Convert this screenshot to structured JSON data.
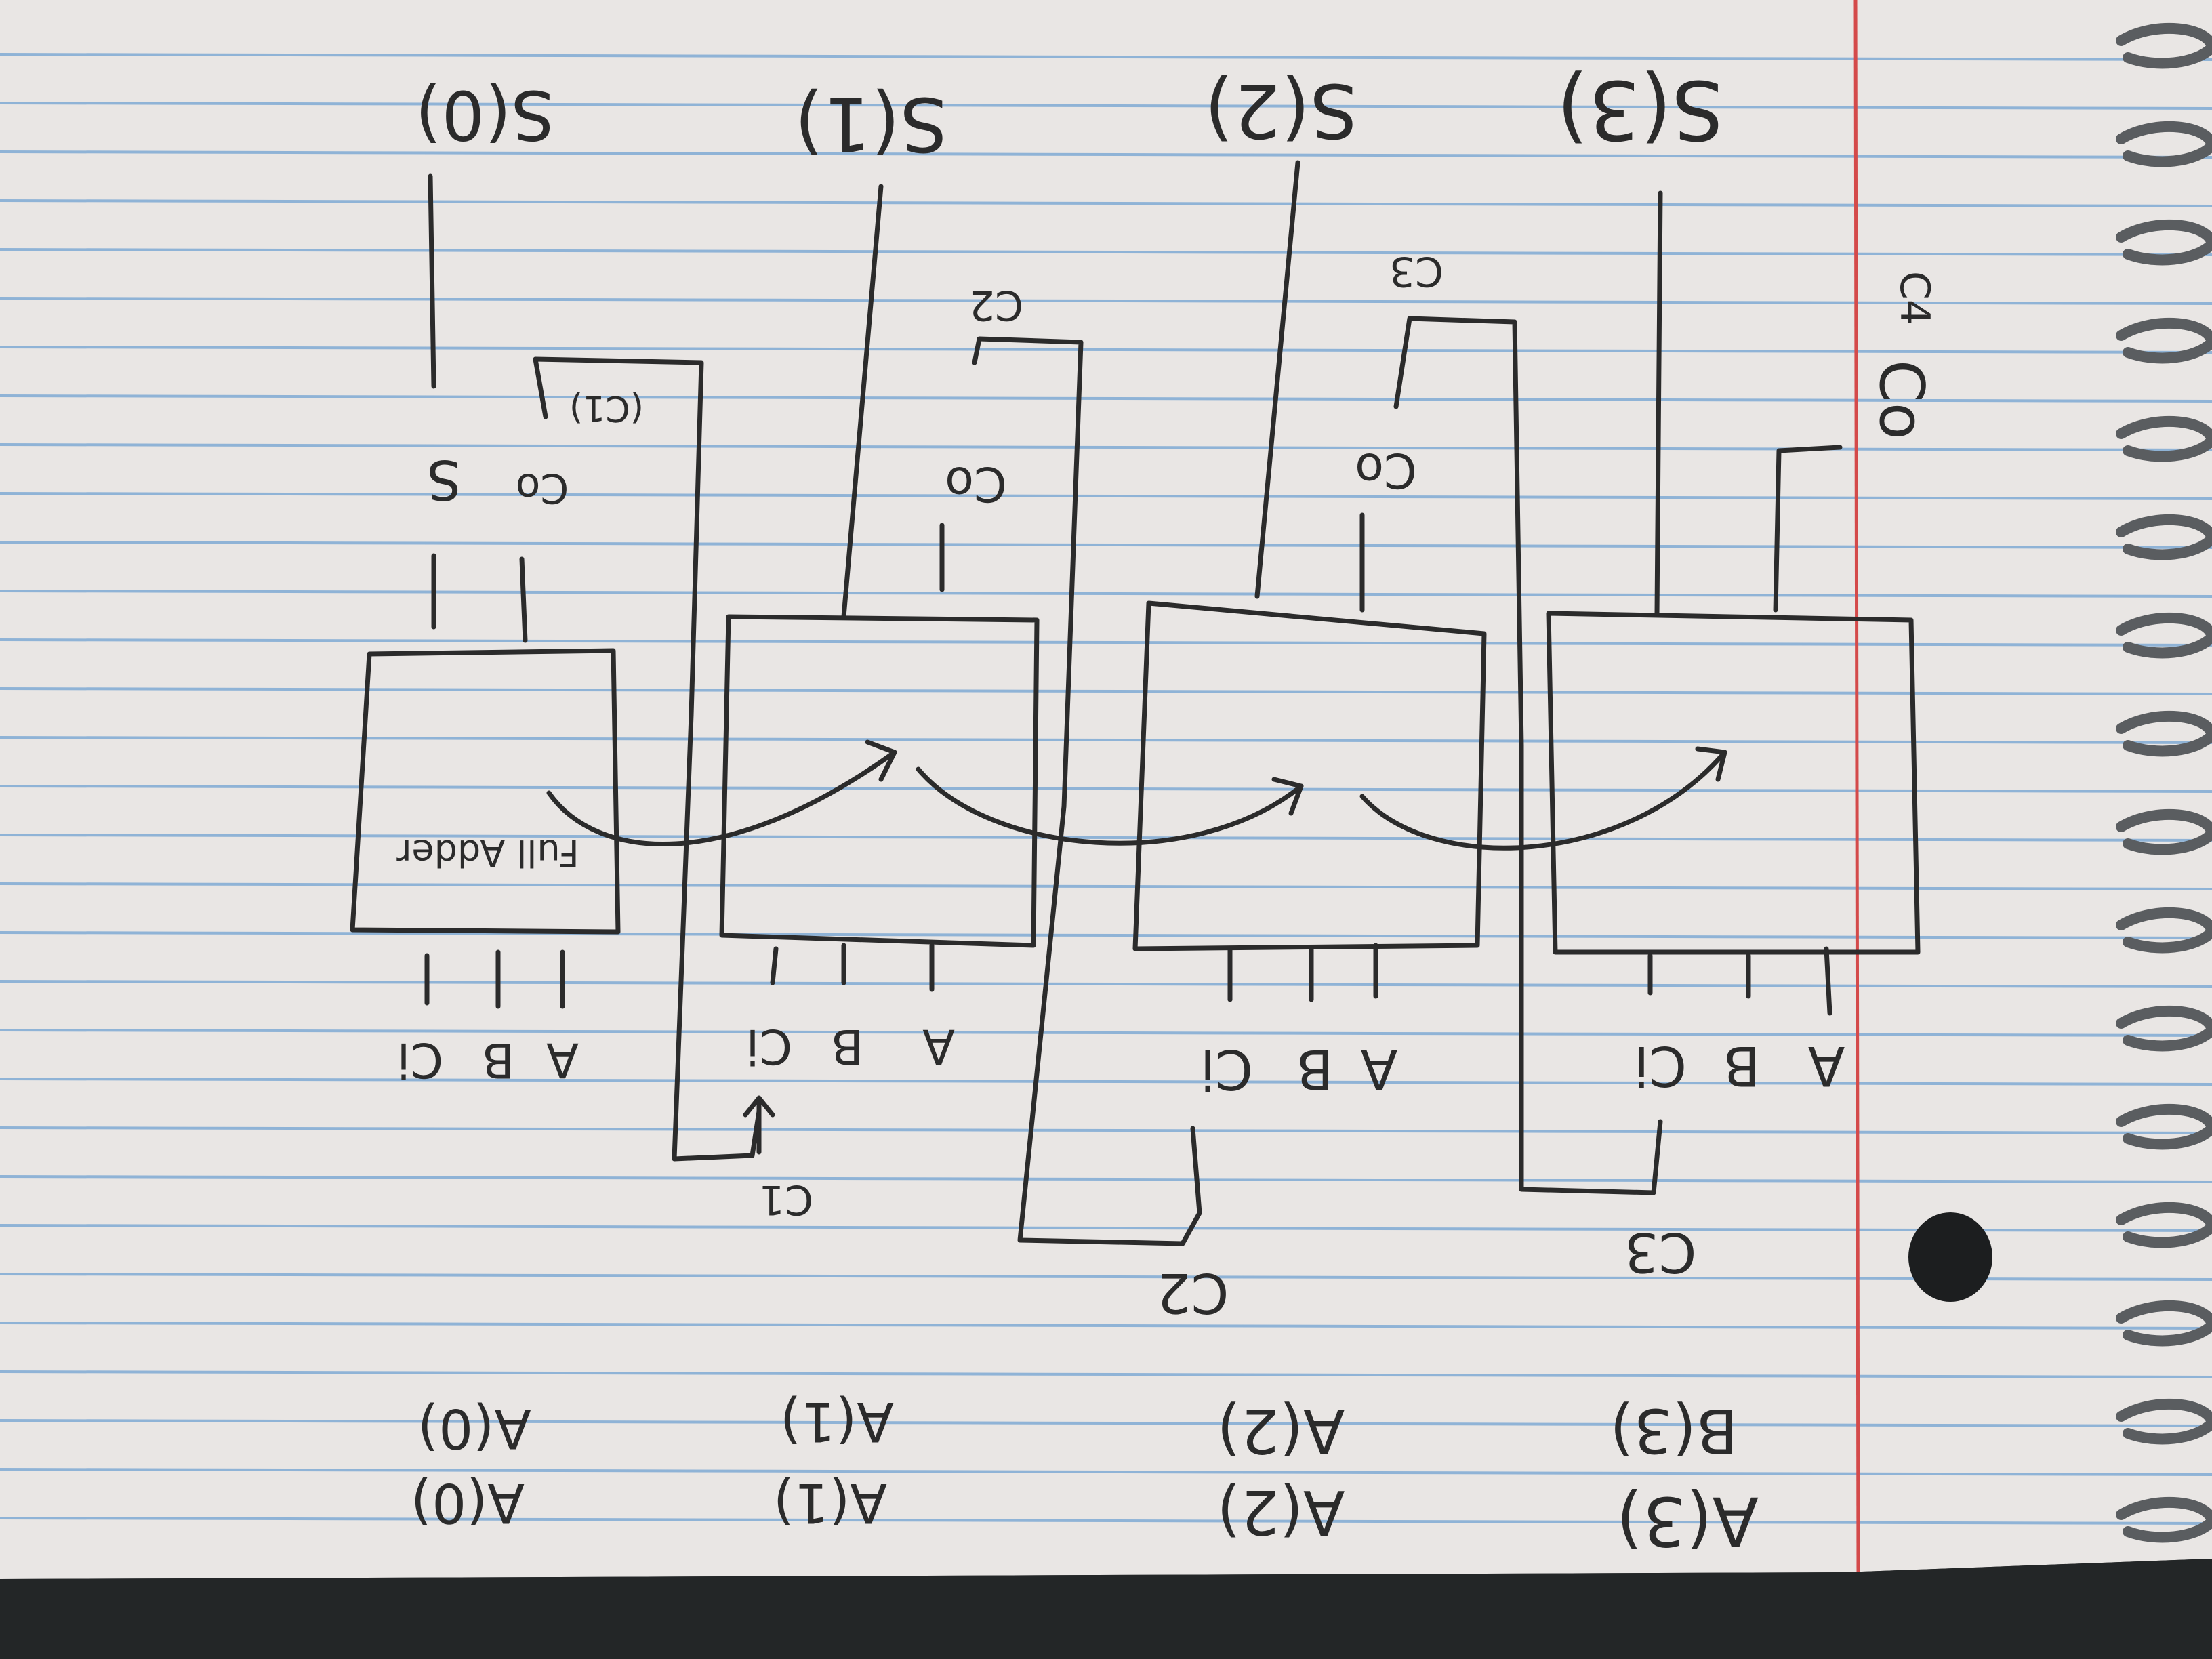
{
  "note": {
    "sum_outputs": [
      "S(0)",
      "S(1)",
      "S(2)",
      "S(3)"
    ],
    "carry_labels": [
      "C1",
      "C2",
      "C3",
      "C4"
    ],
    "carry_out_label": "Co",
    "block_title": "Full Adder",
    "block0_sum_pin": "S",
    "block0_carry_pin": "Co",
    "block0_carry_note": "(C1)",
    "carry_pin_label": "Co",
    "input_pins": [
      "Ci",
      "B",
      "A"
    ],
    "operand_a": [
      "A(0)",
      "A(1)",
      "A(2)",
      "A(3)"
    ],
    "operand_b": [
      "A(0)",
      "A(1)",
      "A(2)",
      "B(3)"
    ],
    "colors": {
      "paper": "#e9e6e4",
      "rule_line": "#8fb3d6",
      "margin_line": "#d44a4a",
      "ink": "#2b2b2b",
      "desk": "#2a2d2e"
    }
  }
}
